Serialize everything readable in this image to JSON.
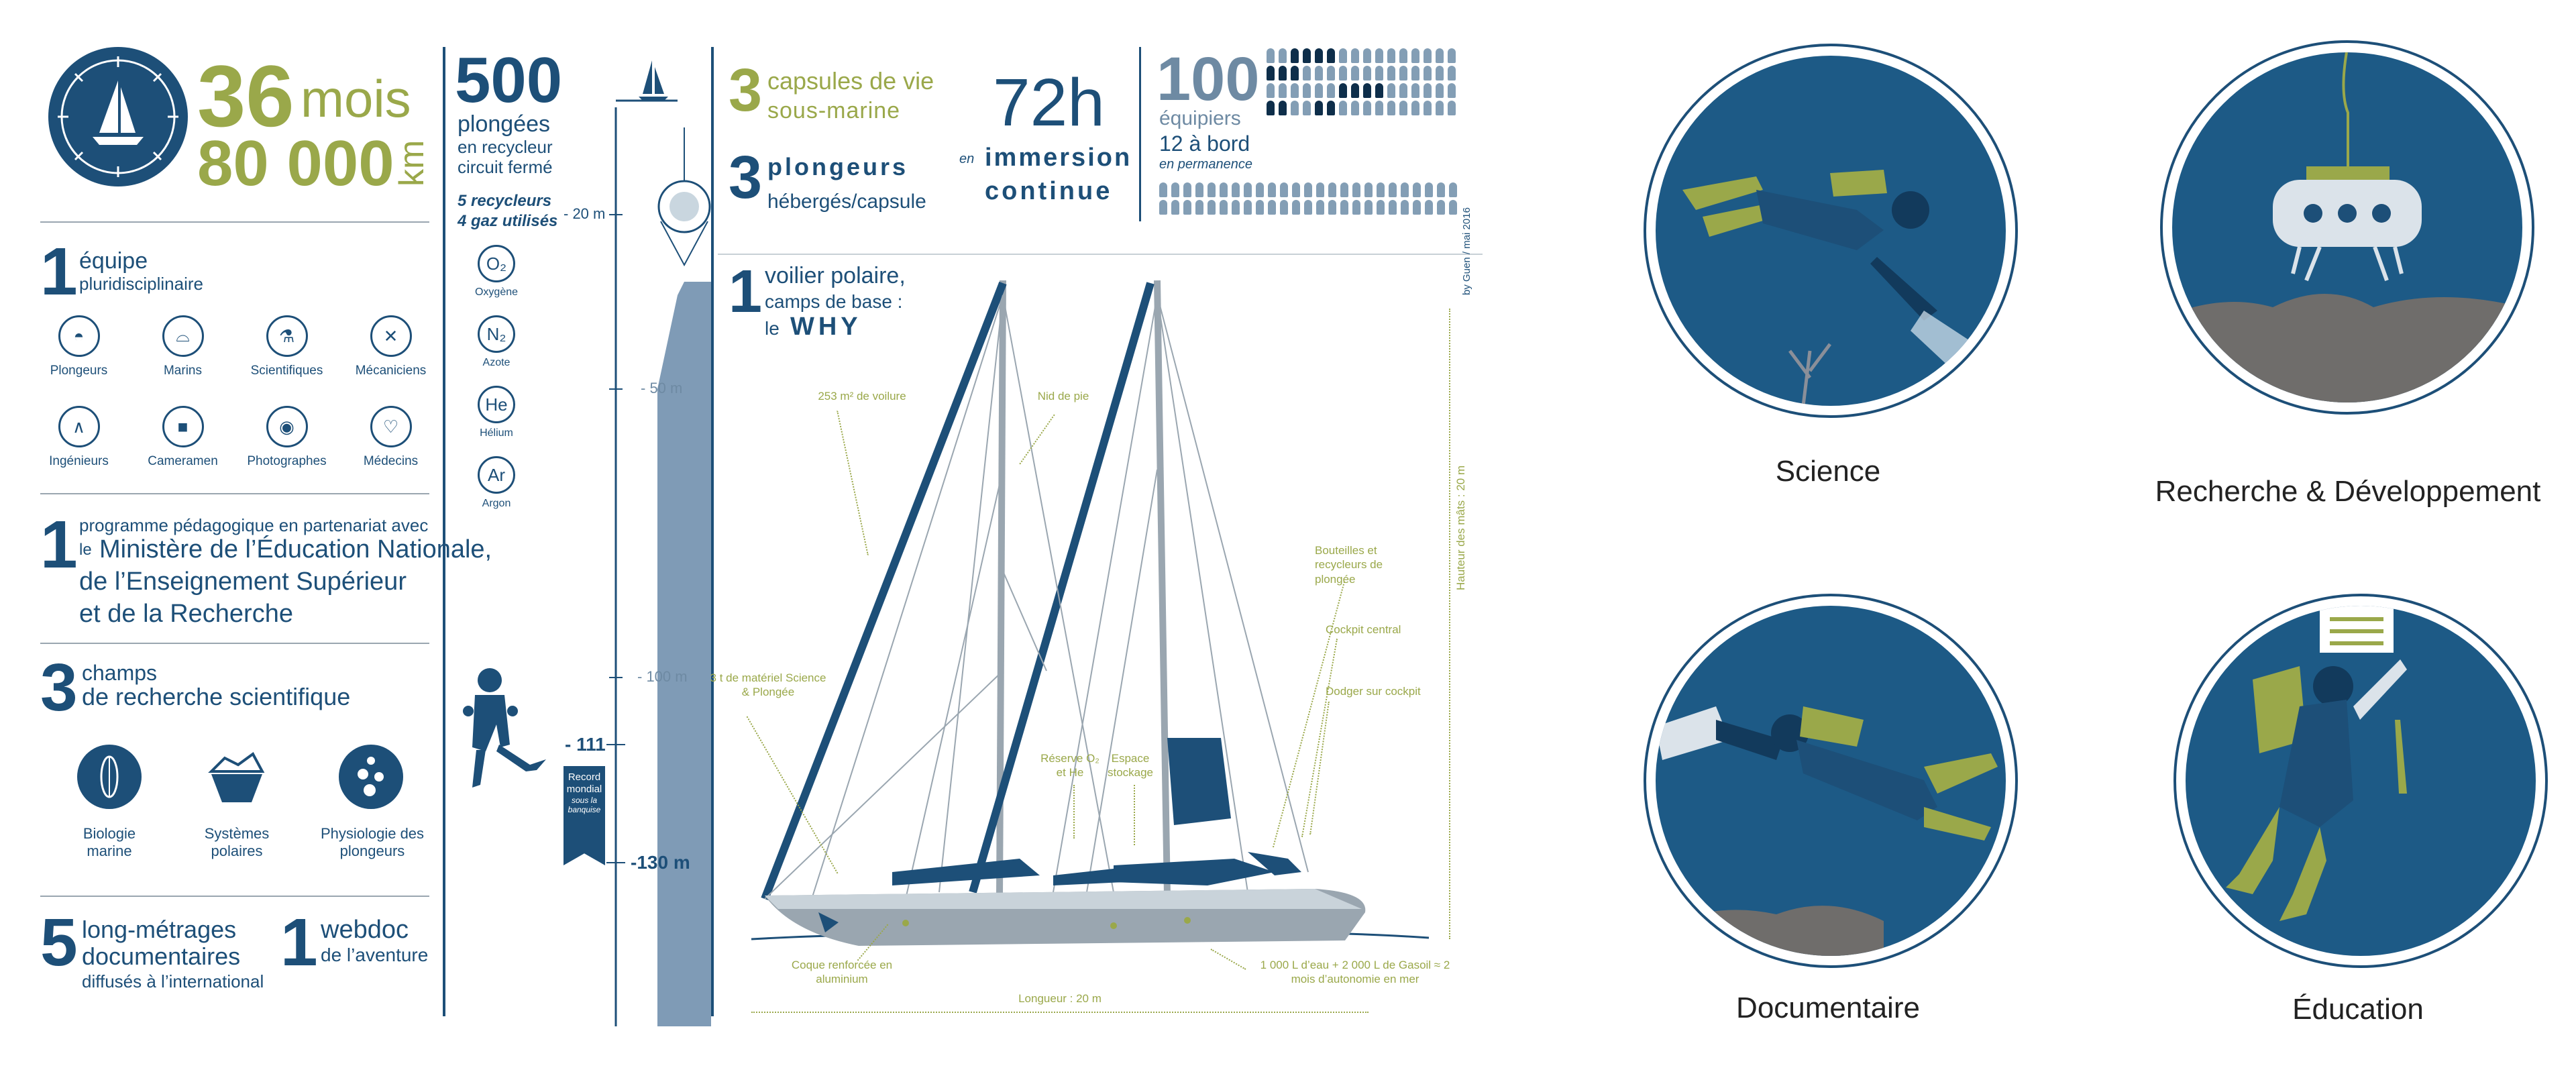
{
  "header": {
    "months_num": "36",
    "months_unit": "mois",
    "km_num": "80 000",
    "km_unit": "km"
  },
  "team": {
    "num": "1",
    "label": "équipe",
    "sub": "pluridisciplinaire",
    "roles": [
      {
        "label": "Plongeurs",
        "icon": "diving-mask-icon"
      },
      {
        "label": "Marins",
        "icon": "captain-hat-icon"
      },
      {
        "label": "Scientifiques",
        "icon": "microscope-icon"
      },
      {
        "label": "Mécaniciens",
        "icon": "wrench-icon"
      },
      {
        "label": "Ingénieurs",
        "icon": "compass-icon"
      },
      {
        "label": "Cameramen",
        "icon": "video-camera-icon"
      },
      {
        "label": "Photographes",
        "icon": "photo-camera-icon"
      },
      {
        "label": "Médecins",
        "icon": "stethoscope-icon"
      }
    ]
  },
  "program": {
    "num": "1",
    "line1": "programme pédagogique en partenariat avec",
    "line2": "le",
    "line2b": "Ministère de l’Éducation Nationale,",
    "line3": "de l’Enseignement Supérieur",
    "line4": "et de la Recherche"
  },
  "research": {
    "num": "3",
    "label": "champs",
    "sub": "de recherche scientifique",
    "fields": [
      {
        "label": "Biologie marine",
        "icon": "seed-icon"
      },
      {
        "label": "Systèmes polaires",
        "icon": "iceberg-icon"
      },
      {
        "label": "Physiologie des plongeurs",
        "icon": "bubbles-icon"
      }
    ]
  },
  "films": {
    "num": "5",
    "l1": "long-métrages",
    "l2": "documentaires",
    "l3": "diffusés à l’international",
    "webdoc_num": "1",
    "webdoc_l1": "webdoc",
    "webdoc_l2": "de l’aventure"
  },
  "dives": {
    "num": "500",
    "l1": "plongées",
    "l2": "en recycleur",
    "l3": "circuit fermé",
    "recycleurs": "5 recycleurs",
    "gaz": "4 gaz utilisés",
    "gases": [
      {
        "sym": "O₂",
        "name": "Oxygène"
      },
      {
        "sym": "N₂",
        "name": "Azote"
      },
      {
        "sym": "He",
        "name": "Hélium"
      },
      {
        "sym": "Ar",
        "name": "Argon"
      }
    ]
  },
  "depths": [
    "- 20 m",
    "- 50 m",
    "- 100 m",
    "- 111",
    "-130 m"
  ],
  "record": {
    "l1": "Record",
    "l2": "mondial",
    "l3": "sous la",
    "l4": "banquise"
  },
  "capsules": {
    "num": "3",
    "l1": "capsules de vie",
    "l2": "sous-marine",
    "num2": "3",
    "l3": "plongeurs",
    "l4": "hébergés/capsule"
  },
  "immersion": {
    "hours": "72h",
    "en": "en",
    "l1": "immersion",
    "l2": "continue"
  },
  "crew": {
    "num": "100",
    "l1": "équipiers",
    "l2": "12 à bord",
    "l3": "en permanence"
  },
  "boat": {
    "num": "1",
    "l1": "voilier polaire,",
    "l2": "camps de base :",
    "l3": "le",
    "name": "WHY",
    "credit": "by Guen / mai 2016",
    "sail": "253 m² de voilure",
    "nid": "Nid de pie",
    "materiel": "3 t de matériel Science & Plongée",
    "reserve": "Réserve O₂ et He",
    "espace": "Espace stockage",
    "bouteilles": "Bouteilles et recycleurs de plongée",
    "cockpit": "Cockpit central",
    "dodger": "Dodger sur cockpit",
    "mast_height": "Hauteur des mâts : 20 m",
    "coque": "Coque renforcée en aluminium",
    "eau": "1 000 L d’eau + 2 000 L de Gasoil ≈ 2 mois d’autonomie en mer",
    "longueur": "Longueur : 20 m"
  },
  "panels": [
    {
      "caption": "Science"
    },
    {
      "caption": "Recherche & Développement"
    },
    {
      "caption": "Documentaire"
    },
    {
      "caption": "Éducation"
    }
  ],
  "colors": {
    "navy": "#1d4f78",
    "olive": "#9aa84a",
    "disc": "#1d5a86"
  }
}
